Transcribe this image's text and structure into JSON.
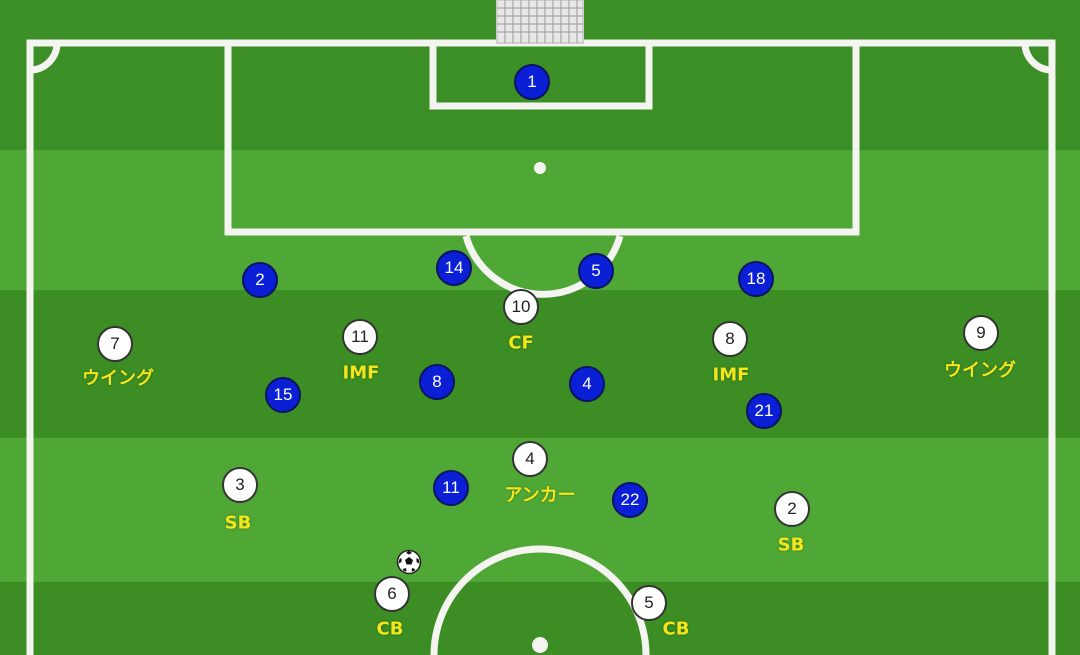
{
  "diagram": {
    "home_players": [
      {
        "number": "7",
        "role": "ウイング"
      },
      {
        "number": "11",
        "role": "IMF"
      },
      {
        "number": "10",
        "role": "CF"
      },
      {
        "number": "8",
        "role": "IMF"
      },
      {
        "number": "9",
        "role": "ウイング"
      },
      {
        "number": "4",
        "role": "アンカー"
      },
      {
        "number": "3",
        "role": "SB"
      },
      {
        "number": "2",
        "role": "SB"
      },
      {
        "number": "6",
        "role": "CB"
      },
      {
        "number": "5",
        "role": "CB"
      }
    ],
    "away_players": [
      {
        "number": "1"
      },
      {
        "number": "2"
      },
      {
        "number": "14"
      },
      {
        "number": "5"
      },
      {
        "number": "18"
      },
      {
        "number": "15"
      },
      {
        "number": "8"
      },
      {
        "number": "4"
      },
      {
        "number": "21"
      },
      {
        "number": "11"
      },
      {
        "number": "22"
      }
    ],
    "colors": {
      "home_fill": "#ffffff",
      "away_fill": "#0a1fd6",
      "role_text": "#f3e61a",
      "pitch_line": "#f4f4f0"
    },
    "icons": [
      "goal-net-icon",
      "ball-icon"
    ]
  }
}
